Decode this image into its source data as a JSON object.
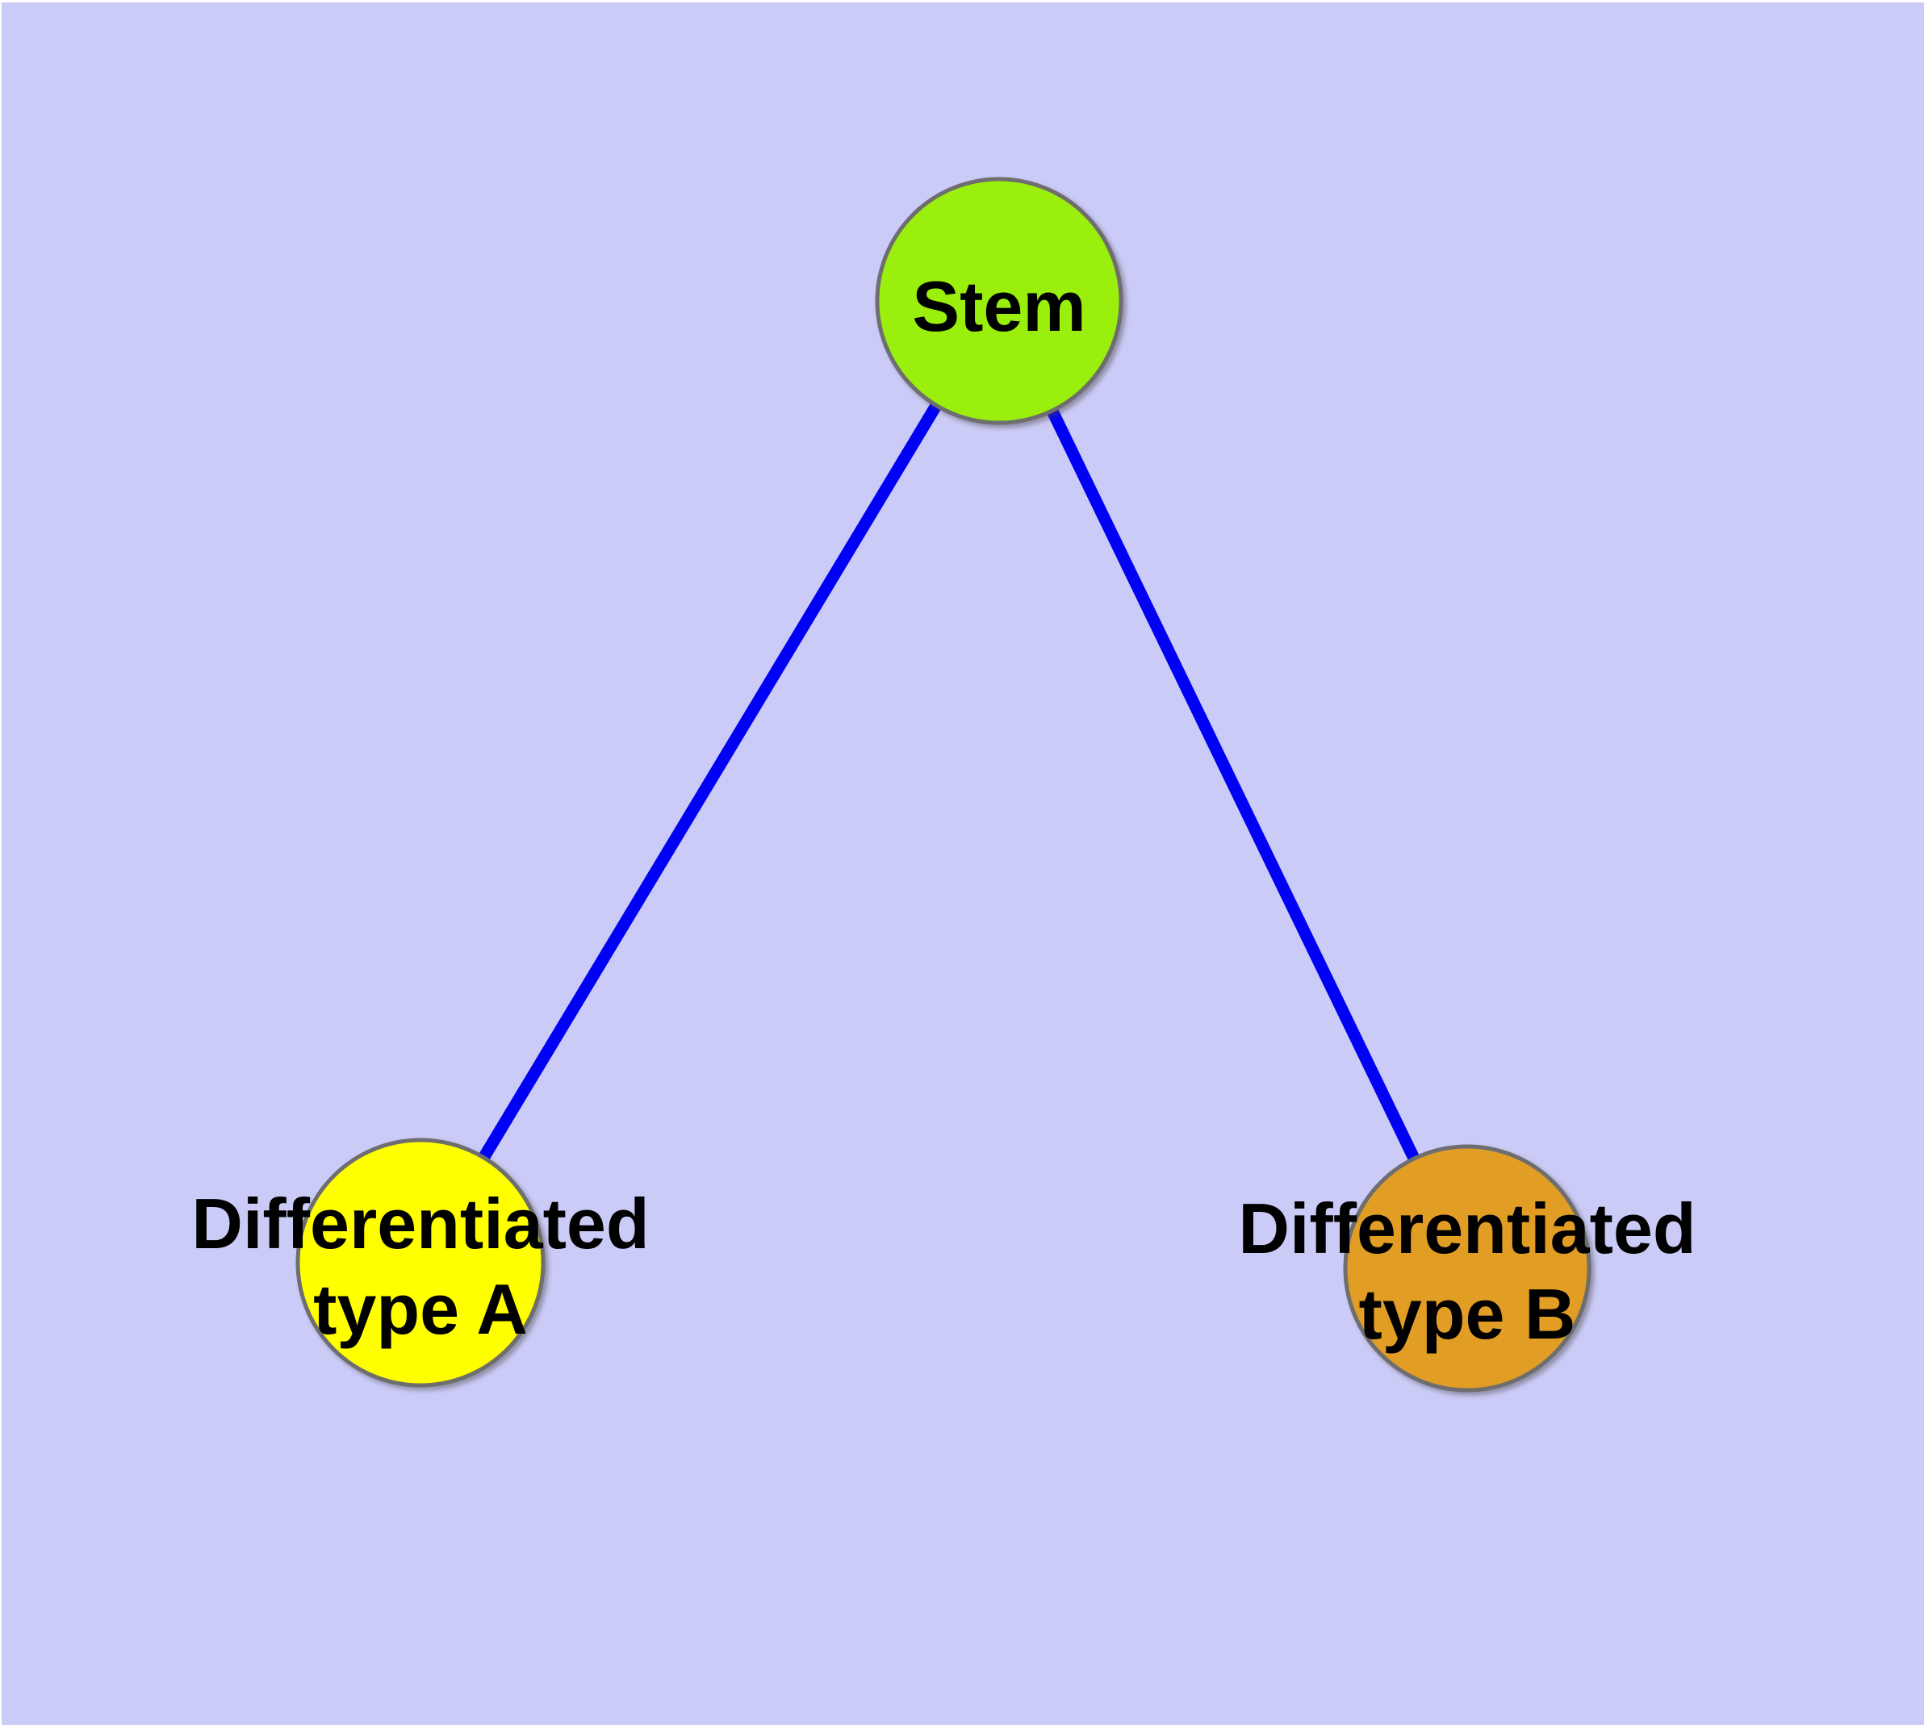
{
  "diagram": {
    "background_color": "#cbcbf7",
    "edge_color": "#0000f5",
    "node_border_color": "#6e6e6e",
    "label_color": "#000000",
    "nodes": {
      "stem": {
        "label_lines": [
          "Stem"
        ],
        "fill": "#9af00c"
      },
      "type_a": {
        "label_lines": [
          "Differentiated",
          "type A"
        ],
        "fill": "#ffff00"
      },
      "type_b": {
        "label_lines": [
          "Differentiated",
          "type B"
        ],
        "fill": "#e29e24"
      }
    },
    "edges": [
      {
        "from": "Stem",
        "to": "Differentiated type A"
      },
      {
        "from": "Stem",
        "to": "Differentiated type B"
      }
    ]
  }
}
